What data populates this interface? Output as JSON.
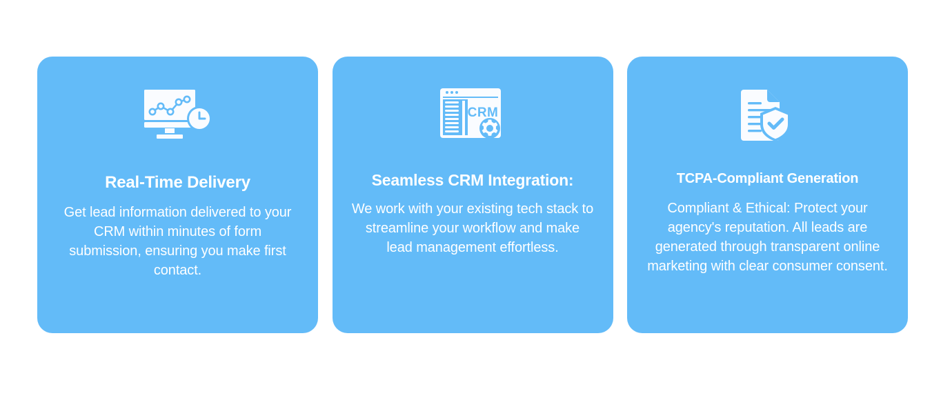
{
  "page": {
    "background_color": "#ffffff",
    "card_color": "#63bbf8",
    "text_color": "#ffffff",
    "icon_color": "#ffffff",
    "icon_accent_color": "#63bbf8"
  },
  "cards": [
    {
      "icon_name": "monitor-chart-clock-icon",
      "title": "Real-Time Delivery",
      "body": "Get lead information delivered to your CRM within minutes of form submission, ensuring you make first contact."
    },
    {
      "icon_name": "crm-window-gear-icon",
      "icon_label": "CRM",
      "title": "Seamless CRM Integration:",
      "body": "We work with your existing tech stack to streamline your workflow and make lead management effortless."
    },
    {
      "icon_name": "document-shield-check-icon",
      "title": "TCPA-Compliant Generation",
      "body": "Compliant & Ethical: Protect your agency's reputation. All leads are generated through transparent online marketing with clear consumer consent."
    }
  ]
}
